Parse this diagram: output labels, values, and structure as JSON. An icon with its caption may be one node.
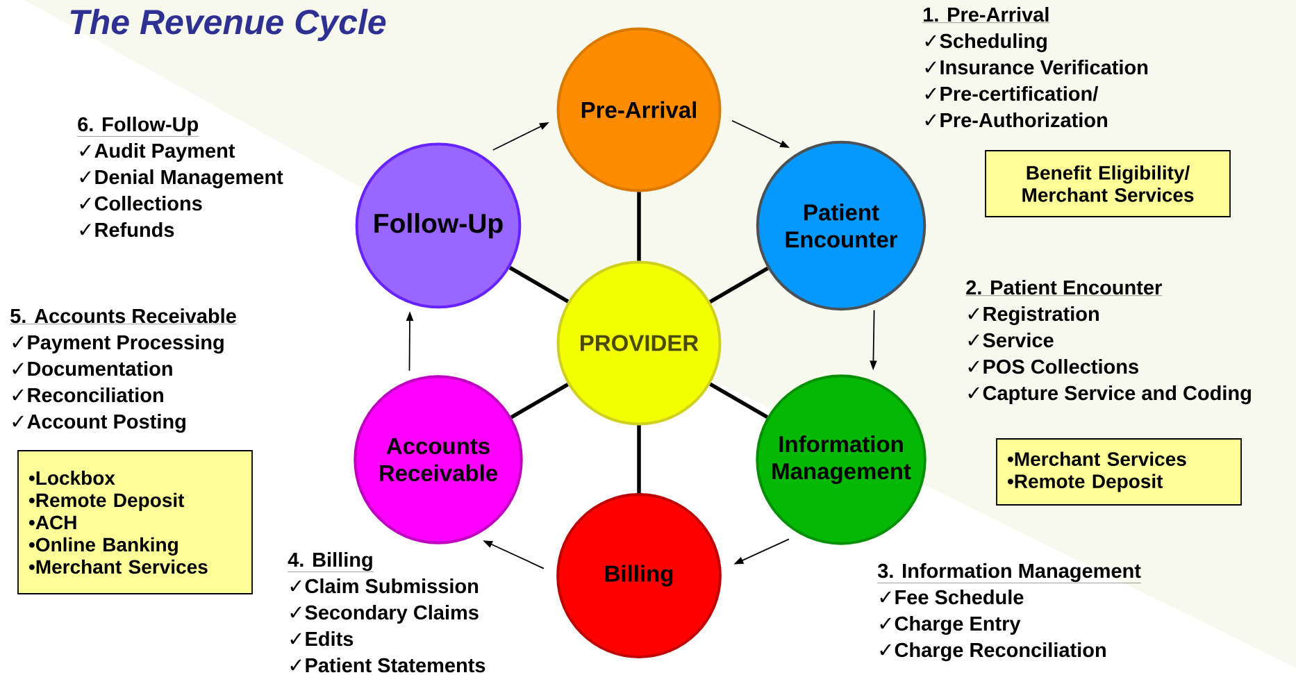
{
  "diagram": {
    "title": "The Revenue Cycle",
    "nodes": [
      {
        "text": [
          "Pre-Arrival"
        ]
      },
      {
        "text": [
          "Patient Encounter"
        ]
      },
      {
        "text": [
          "Information Management"
        ]
      },
      {
        "text": [
          "Billing"
        ]
      },
      {
        "text": [
          "Accounts Receivable"
        ]
      },
      {
        "text": [
          "Follow-Up"
        ]
      },
      {
        "text": [
          "PROVIDER"
        ]
      },
      {
        "text": [
          "Benefit Eligibility/ Merchant Services"
        ]
      },
      {
        "text": [
          "•Merchant Services",
          "•Remote Deposit"
        ]
      },
      {
        "text": [
          "•Lockbox",
          "•Remote Deposit",
          "•ACH",
          "•Online Banking",
          "•Merchant Services"
        ]
      }
    ],
    "edges": [
      {
        "from": 6,
        "to": 0,
        "arrow": "none",
        "style": "thick"
      },
      {
        "from": 6,
        "to": 1,
        "arrow": "none",
        "style": "thick"
      },
      {
        "from": 6,
        "to": 2,
        "arrow": "none",
        "style": "thick"
      },
      {
        "from": 6,
        "to": 3,
        "arrow": "none",
        "style": "thick"
      },
      {
        "from": 6,
        "to": 4,
        "arrow": "none",
        "style": "thick"
      },
      {
        "from": 6,
        "to": 5,
        "arrow": "none",
        "style": "thick"
      },
      {
        "from": 0,
        "to": 1,
        "arrow": "to"
      },
      {
        "from": 1,
        "to": 2,
        "arrow": "to"
      },
      {
        "from": 2,
        "to": 3,
        "arrow": "to"
      },
      {
        "from": 3,
        "to": 4,
        "arrow": "to"
      },
      {
        "from": 4,
        "to": 5,
        "arrow": "to"
      },
      {
        "from": 5,
        "to": 0,
        "arrow": "to"
      }
    ],
    "labels": [
      "1. Pre-Arrival",
      "✓Scheduling",
      "✓Insurance Verification",
      "✓Pre-certification/",
      "✓Pre-Authorization",
      "6. Follow-Up",
      "✓Audit Payment",
      "✓Denial Management",
      "✓Collections",
      "✓Refunds",
      "2. Patient Encounter",
      "✓Registration",
      "✓Service",
      "✓POS Collections",
      "✓Capture Service and Coding",
      "5. Accounts Receivable",
      "✓Payment Processing",
      "✓Documentation",
      "✓Reconciliation",
      "✓Account Posting",
      "4. Billing",
      "✓Claim Submission",
      "✓Secondary Claims",
      "✓Edits",
      "✓Patient Statements",
      "3. Information Management",
      "✓Fee Schedule",
      "✓Charge Entry",
      "✓Charge Reconciliation"
    ]
  }
}
